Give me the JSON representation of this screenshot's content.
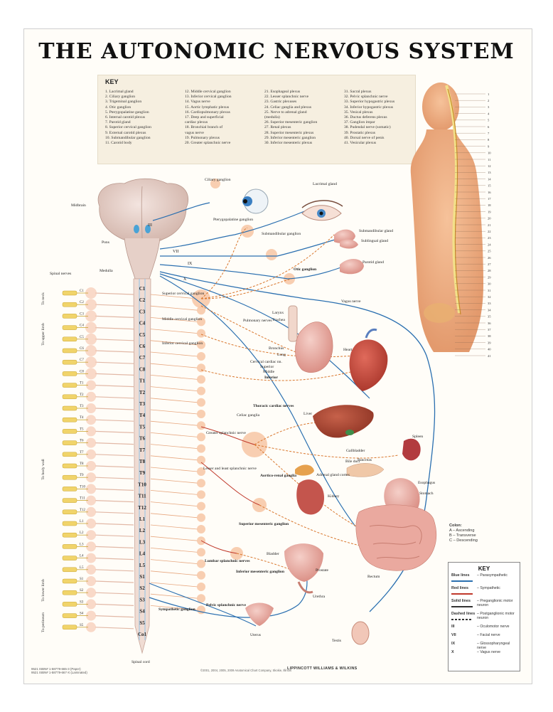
{
  "title": "THE AUTONOMIC NERVOUS SYSTEM",
  "key": {
    "heading": "KEY",
    "columns": [
      [
        "1. Lacrimal gland",
        "2. Ciliary ganglion",
        "3. Trigeminal ganglion",
        "4. Otic ganglion",
        "5. Pterygopalatine ganglion",
        "6. Internal carotid plexus",
        "7. Parotid gland",
        "8. Superior cervical ganglion",
        "9. External carotid plexus",
        "10. Submandibular ganglion",
        "11. Carotid body"
      ],
      [
        "12. Middle cervical ganglion",
        "13. Inferior cervical ganglion",
        "14. Vagus nerve",
        "15. Aortic lymphatic plexus",
        "16. Cardiopulmonary plexus",
        "17. Deep and superficial",
        "cardiac plexus",
        "18. Bronchial branch of",
        "vagus nerve",
        "19. Pulmonary plexus",
        "20. Greater splanchnic nerve"
      ],
      [
        "21. Esophageal plexus",
        "22. Lesser splanchnic nerve",
        "23. Gastric plexuses",
        "24. Celiac ganglia and plexus",
        "25. Nerve to adrenal gland",
        "(medulla)",
        "26. Superior mesenteric ganglion",
        "27. Renal plexus",
        "28. Superior mesenteric plexus",
        "29. Inferior mesenteric ganglion",
        "30. Inferior mesenteric plexus"
      ],
      [
        "31. Sacral plexus",
        "32. Pelvic splanchnic nerve",
        "33. Superior hypogastric plexus",
        "34. Inferior hypogastric plexus",
        "35. Vesical plexus",
        "36. Ductus deferens plexus",
        "37. Ganglion impar",
        "38. Pudendal nerve (somatic)",
        "39. Prostatic plexus",
        "40. Dorsal nerve of penis",
        "41. Vesicular plexus"
      ]
    ]
  },
  "figure_numbers": [
    "1",
    "2",
    "3",
    "4",
    "5",
    "6",
    "7",
    "8",
    "9",
    "10",
    "11",
    "12",
    "13",
    "14",
    "15",
    "16",
    "17",
    "18",
    "19",
    "20",
    "21",
    "22",
    "23",
    "24",
    "25",
    "26",
    "27",
    "28",
    "29",
    "30",
    "31",
    "32",
    "33",
    "34",
    "35",
    "36",
    "37",
    "38",
    "39",
    "40",
    "41"
  ],
  "spinal_levels": [
    "C1",
    "C2",
    "C3",
    "C4",
    "C5",
    "C6",
    "C7",
    "C8",
    "T1",
    "T2",
    "T3",
    "T4",
    "T5",
    "T6",
    "T7",
    "T8",
    "T9",
    "T10",
    "T11",
    "T12",
    "L1",
    "L2",
    "L3",
    "L4",
    "L5",
    "S1",
    "S2",
    "S3",
    "S4",
    "S5",
    "Co1"
  ],
  "left_spine_labels": [
    "C1",
    "C2",
    "C3",
    "C4",
    "C5",
    "C6",
    "C7",
    "C8",
    "T1",
    "T2",
    "T3",
    "T4",
    "T5",
    "T6",
    "T7",
    "T8",
    "T9",
    "T10",
    "T11",
    "T12",
    "L1",
    "L2",
    "L3",
    "L4",
    "L5",
    "S1",
    "S2",
    "S3",
    "S4",
    "S5"
  ],
  "side_labels": {
    "to_neck": "To neck",
    "to_upper_limb": "To upper limb",
    "to_body_wall": "To body wall",
    "to_lower_limb": "To lower limb",
    "to_perineum": "To perineum"
  },
  "labels": {
    "midbrain": "Midbrain",
    "pons": "Pons",
    "medulla": "Medulla",
    "spinal_nerves": "Spinal nerves",
    "spinal_cord": "Spinal cord",
    "cn_iii": "III",
    "cn_vii": "VII",
    "cn_ix": "IX",
    "cn_x": "X",
    "ciliary_ganglion": "Ciliary ganglion",
    "lacrimal_gland": "Lacrimal gland",
    "pterygopalatine_ganglion": "Pterygopalatine ganglion",
    "submandibular_ganglion": "Submandibular ganglion",
    "submandibular_gland": "Submandibular gland",
    "sublingual_gland": "Sublingual gland",
    "otic_ganglion": "Otic ganglion",
    "parotid_gland": "Parotid gland",
    "vagus_nerve": "Vagus nerve",
    "superior_cervical_ganglion": "Superior cervical ganglion",
    "middle_cervical_ganglion": "Middle cervical ganglion",
    "inferior_cervical_ganglion": "Inferior cervical ganglion",
    "pulmonary_nerves": "Pulmonary nerves",
    "larynx": "Larynx",
    "trachea": "Trachea",
    "bronchus": "Bronchus",
    "lung": "Lung",
    "heart": "Heart",
    "cervical_cardiac_nn": "Cervical cardiac nn.",
    "superior": "Superior",
    "middle": "Middle",
    "inferior": "Inferior",
    "thoracic_cardiac_nerves": "Thoracic cardiac nerves",
    "celiac_ganglia": "Celiac ganglia",
    "liver": "Liver",
    "gallbladder": "Gallbladder",
    "bile_duct": "Bile duct",
    "spleen": "Spleen",
    "greater_splanchnic_nerve": "Greater splanchnic nerve",
    "pancreas": "Pancreas",
    "adrenal_gland_cortex": "Adrenal gland cortex",
    "aorticorenal_ganglia": "Aortico-renal ganglia",
    "kidney": "Kidney",
    "esophagus": "Esophagus",
    "stomach": "Stomach",
    "lesser_least_splanchnic": "Lesser and least splanchnic nerve",
    "superior_mesenteric_ganglion": "Superior mesenteric ganglion",
    "lumbar_splanchnic_nerves": "Lumbar splanchnic nerves",
    "inferior_mesenteric_ganglion": "Inferior mesenteric ganglion",
    "bladder": "Bladder",
    "prostate": "Prostate",
    "urethra": "Urethra",
    "rectum": "Rectum",
    "sympathetic_ganglion": "Sympathetic ganglion",
    "pelvic_splanchnic_nerve": "Pelvic splanchnic nerve",
    "uterus": "Uterus",
    "testis": "Testis"
  },
  "colon_key": {
    "heading": "Colon:",
    "a": "A – Ascending",
    "b": "B – Transverse",
    "c": "C – Descending"
  },
  "legend": {
    "title": "KEY",
    "rows": [
      {
        "label": "Blue lines",
        "text": "– Parasympathetic"
      },
      {
        "label": "Red lines",
        "text": "– Sympathetic"
      },
      {
        "label": "Solid lines",
        "text": "– Preganglionic motor neuron"
      },
      {
        "label": "Dashed lines",
        "text": "– Postganglionic motor neuron"
      },
      {
        "label": "III",
        "text": "– Oculomotor nerve"
      },
      {
        "label": "VII",
        "text": "– Facial nerve"
      },
      {
        "label": "IX",
        "text": "– Glossopharyngeal nerve"
      },
      {
        "label": "X",
        "text": "– Vagus nerve"
      }
    ]
  },
  "footer": {
    "left_line1": "9521  ISBN# 1-58779-665-3 (Paper)",
    "left_line2": "9521  ISBN# 1-58779-667-X (Laminated)",
    "copyright": "©2001, 2004, 2005, 2009 Anatomical Chart Company, Skokie, Illinois",
    "publisher": "LIPPINCOTT WILLIAMS & WILKINS"
  },
  "colors": {
    "parasympathetic": "#2a6fb0",
    "sympathetic": "#c0392b",
    "dashed_orange": "#d9772e",
    "spine": "#f0d9cf",
    "ganglion": "#f7c9a8",
    "organ_pink": "#e8a39a"
  }
}
